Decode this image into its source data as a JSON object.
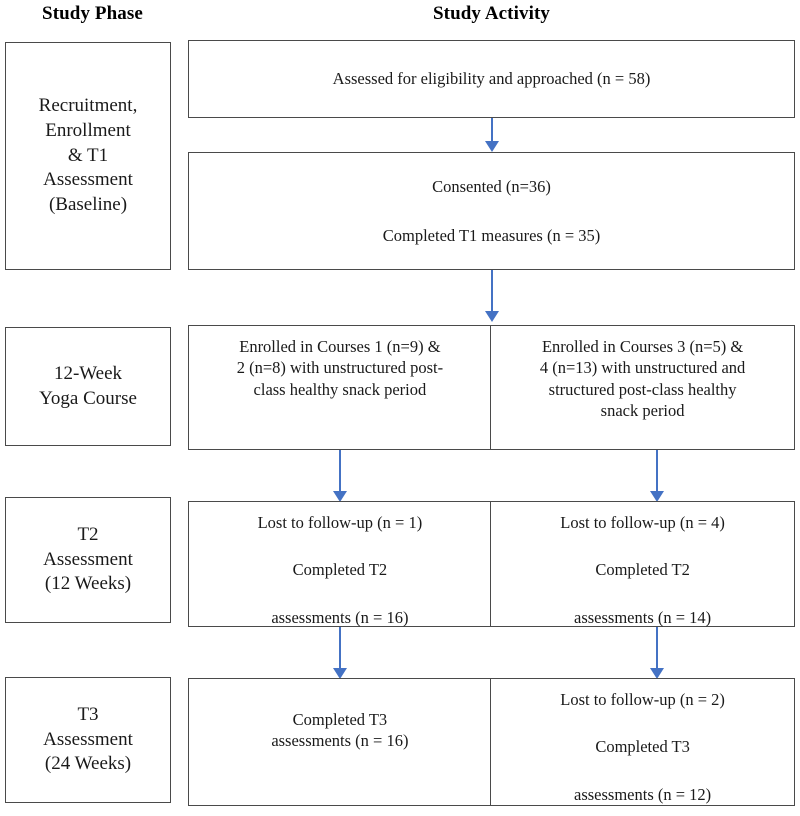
{
  "headers": {
    "phase": "Study Phase",
    "activity": "Study Activity"
  },
  "colors": {
    "arrow": "#4472C4",
    "box_border": "#4a4a4a",
    "text": "#1a1a1a",
    "background": "#ffffff"
  },
  "phases": [
    {
      "id": "recruitment",
      "lines": [
        "Recruitment,",
        "Enrollment",
        "& T1",
        "Assessment",
        "(Baseline)"
      ]
    },
    {
      "id": "yoga-course",
      "lines": [
        "12-Week",
        "Yoga Course"
      ]
    },
    {
      "id": "t2-assessment",
      "lines": [
        "T2",
        "Assessment",
        "(12 Weeks)"
      ]
    },
    {
      "id": "t3-assessment",
      "lines": [
        "T3",
        "Assessment",
        "(24 Weeks)"
      ]
    }
  ],
  "activities": {
    "eligibility": {
      "line1": "Assessed for eligibility and approached (n = 58)"
    },
    "consent": {
      "line1": "Consented (n=36)",
      "line2": "Completed T1 measures (n = 35)"
    },
    "enrollment_left": {
      "line1": "Enrolled in Courses 1 (n=9) &",
      "line2": "2 (n=8) with unstructured post-",
      "line3": "class healthy snack period"
    },
    "enrollment_right": {
      "line1": "Enrolled in Courses 3 (n=5) &",
      "line2": "4 (n=13) with unstructured and",
      "line3": "structured post-class healthy",
      "line4": "snack period"
    },
    "t2_left": {
      "line1": "Lost to follow-up (n = 1)",
      "line2": "Completed T2",
      "line3": "assessments (n = 16)"
    },
    "t2_right": {
      "line1": "Lost to follow-up (n = 4)",
      "line2": "Completed T2",
      "line3": "assessments (n = 14)"
    },
    "t3_left": {
      "line1": "Completed T3",
      "line2": "assessments (n = 16)"
    },
    "t3_right": {
      "line1": "Lost to follow-up (n = 2)",
      "line2": "Completed T3",
      "line3": "assessments (n = 12)"
    }
  }
}
